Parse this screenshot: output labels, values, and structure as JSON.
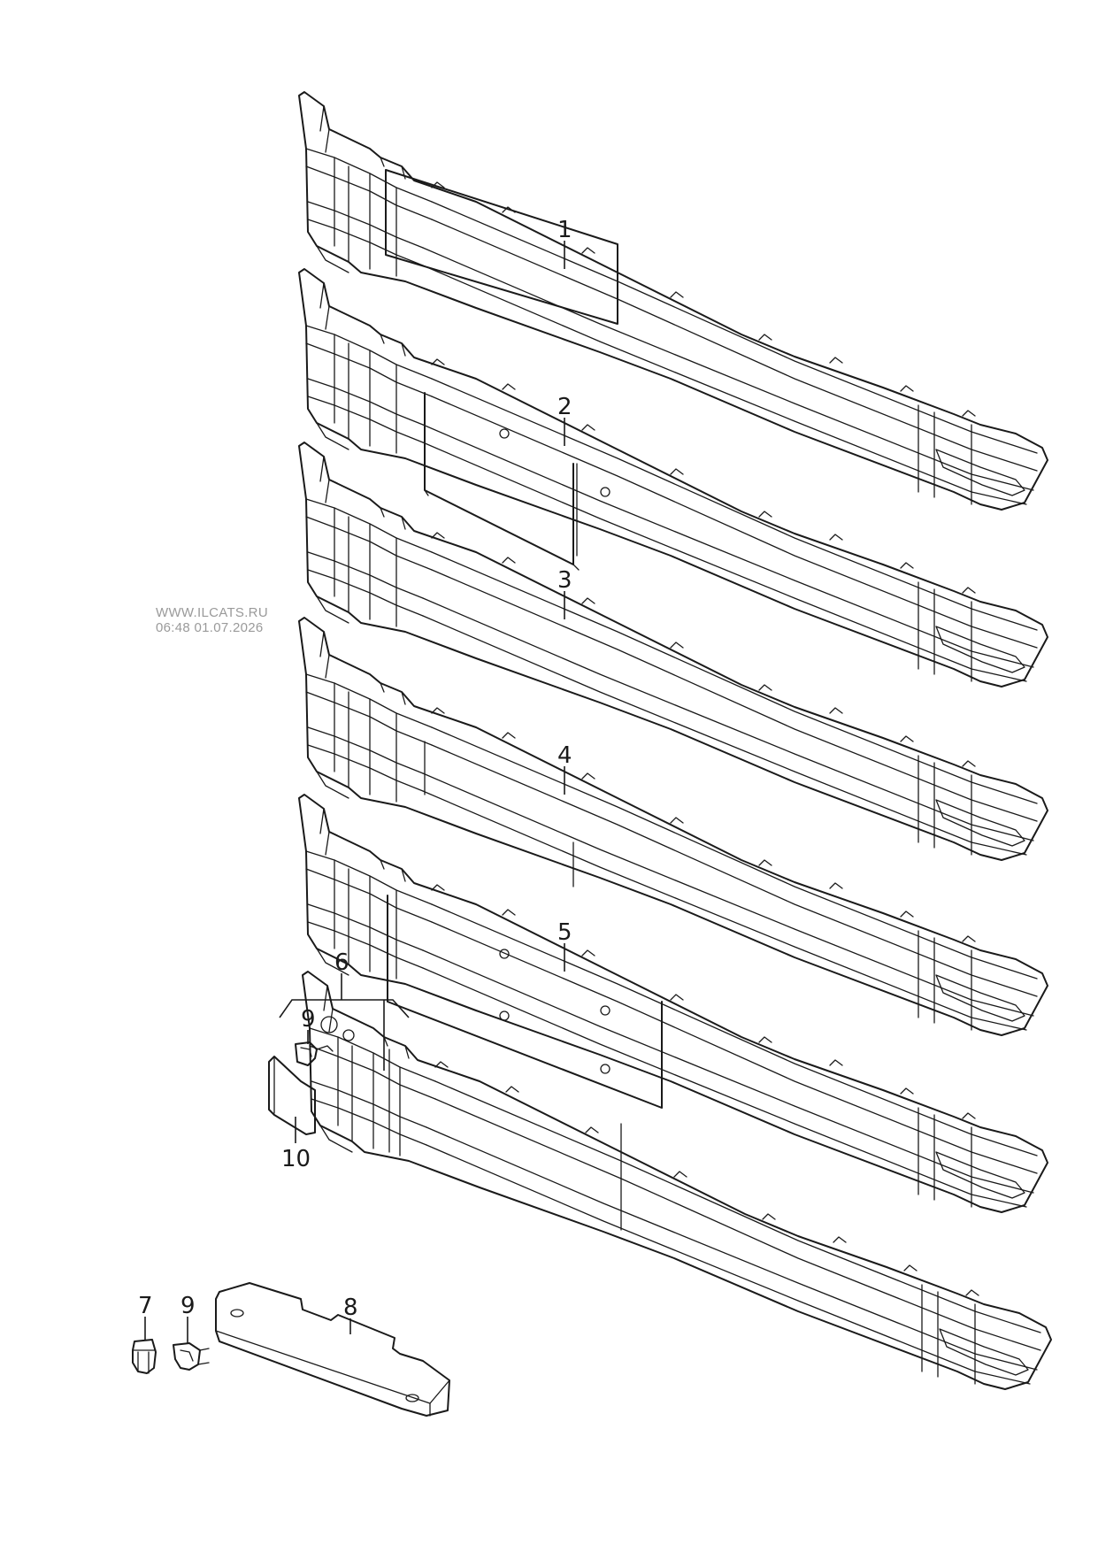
{
  "watermark": {
    "site": "WWW.ILCATS.RU",
    "timestamp": "06:48 01.07.2026"
  },
  "callouts": {
    "c1": "1",
    "c2": "2",
    "c3": "3",
    "c4": "4",
    "c5": "5",
    "c6": "6",
    "c7": "7",
    "c8": "8",
    "c9a": "9",
    "c9b": "9",
    "c10": "10"
  },
  "colors": {
    "line": "#1a1a1a",
    "watermark": "#9a9a9a",
    "background": "#ffffff"
  }
}
